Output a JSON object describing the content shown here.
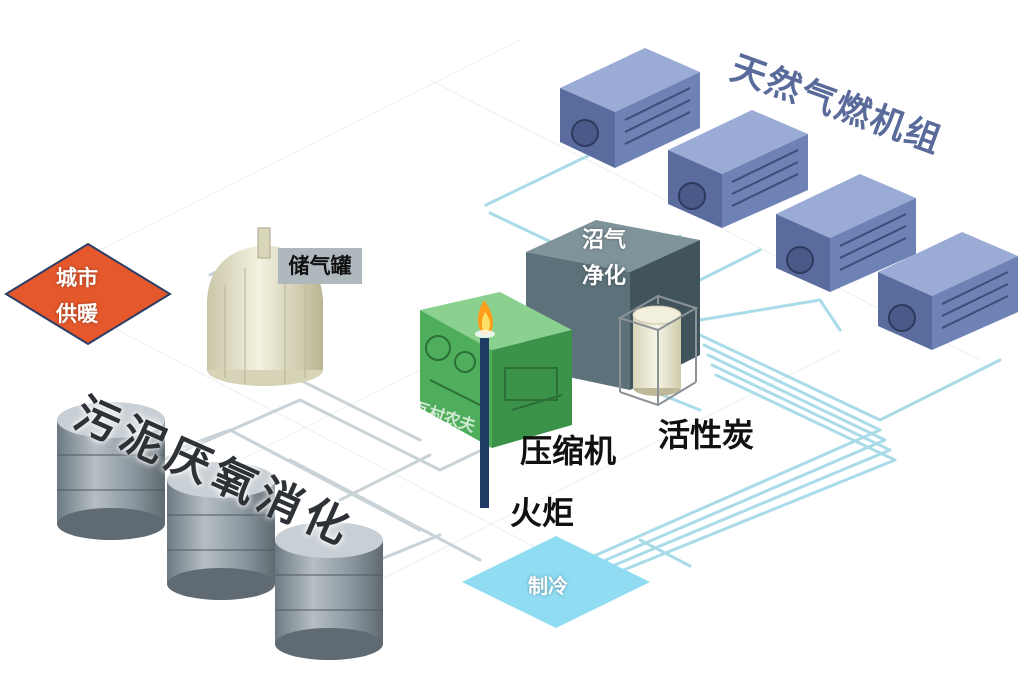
{
  "labels": {
    "generator_set": "天然气燃机组",
    "biogas_purification": [
      "沼气",
      "净化"
    ],
    "storage_tank": "储气罐",
    "district_heating": [
      "城市",
      "供暖"
    ],
    "sludge_digestion": "污泥厌氧消化",
    "compressor": "压缩机",
    "flare": "火炬",
    "activated_carbon": "活性炭",
    "refrigeration": "制冷",
    "watermark": "瓦村农夫"
  },
  "colors": {
    "pipe": "#a9dbe8",
    "generator_blue": "#6f82b5",
    "purification_box": "#5c7179",
    "compressor_green": "#5fb86a",
    "heating_diamond": "#e5582c",
    "refrigeration_diamond": "#8fdcf3",
    "digester_gray": "#8a949c",
    "tank_cream": "#e8e6cf"
  }
}
